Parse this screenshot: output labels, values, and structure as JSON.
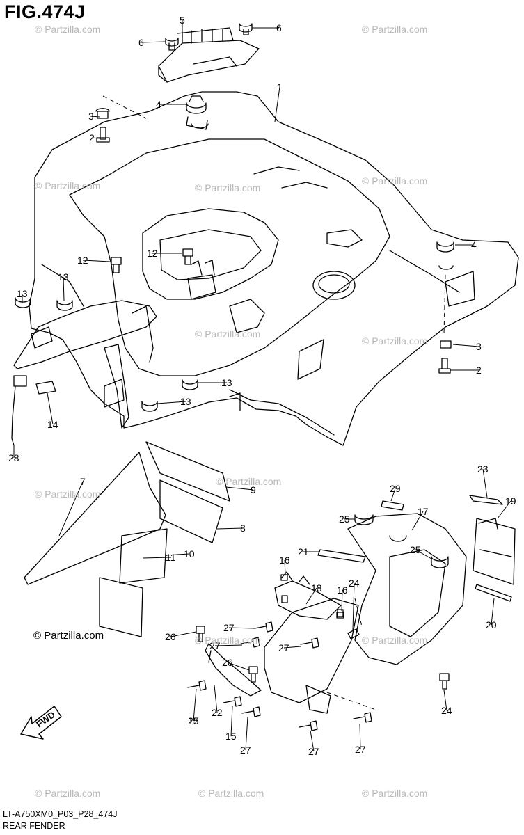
{
  "figure": {
    "title": "FIG.474J",
    "code": "LT-A750XM0_P03_P28_474J",
    "caption": "REAR FENDER",
    "copyright": "© Partzilla.com",
    "watermark": "© Partzilla.com",
    "fwd_label": "FWD"
  },
  "callouts": [
    {
      "number": "1"
    },
    {
      "number": "2"
    },
    {
      "number": "2"
    },
    {
      "number": "3"
    },
    {
      "number": "3"
    },
    {
      "number": "4"
    },
    {
      "number": "4"
    },
    {
      "number": "5"
    },
    {
      "number": "6"
    },
    {
      "number": "6"
    },
    {
      "number": "7"
    },
    {
      "number": "8"
    },
    {
      "number": "9"
    },
    {
      "number": "10"
    },
    {
      "number": "11"
    },
    {
      "number": "12"
    },
    {
      "number": "12"
    },
    {
      "number": "13"
    },
    {
      "number": "13"
    },
    {
      "number": "13"
    },
    {
      "number": "13"
    },
    {
      "number": "14"
    },
    {
      "number": "15"
    },
    {
      "number": "15"
    },
    {
      "number": "16"
    },
    {
      "number": "16"
    },
    {
      "number": "17"
    },
    {
      "number": "18"
    },
    {
      "number": "19"
    },
    {
      "number": "20"
    },
    {
      "number": "21"
    },
    {
      "number": "22"
    },
    {
      "number": "23"
    },
    {
      "number": "24"
    },
    {
      "number": "24"
    },
    {
      "number": "25"
    },
    {
      "number": "25"
    },
    {
      "number": "26"
    },
    {
      "number": "26"
    },
    {
      "number": "27"
    },
    {
      "number": "27"
    },
    {
      "number": "27"
    },
    {
      "number": "27"
    },
    {
      "number": "27"
    },
    {
      "number": "27"
    },
    {
      "number": "27"
    },
    {
      "number": "28"
    },
    {
      "number": "29"
    }
  ]
}
